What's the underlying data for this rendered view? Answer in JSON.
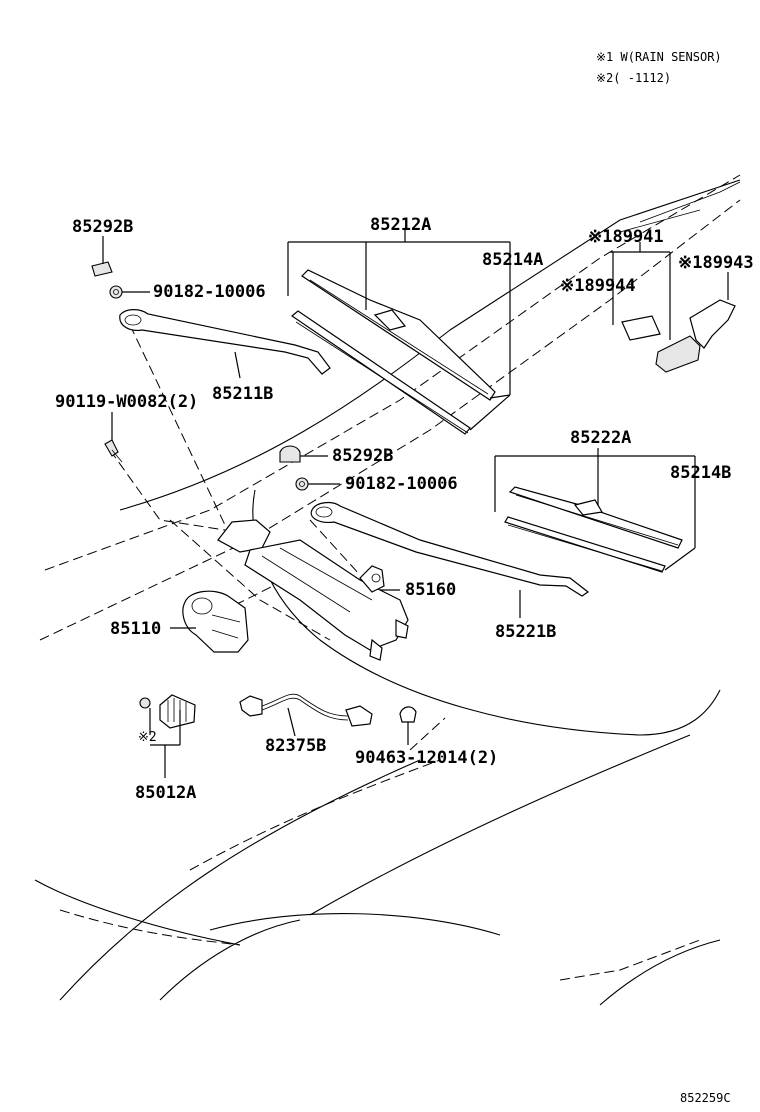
{
  "notes": {
    "line1": "※1 W(RAIN SENSOR)",
    "line2": "※2(    -1112)"
  },
  "labels": {
    "p85292B_top": "85292B",
    "p90182_top": "90182-10006",
    "p85211B": "85211B",
    "p90119": "90119-W0082(2)",
    "p85212A": "85212A",
    "p85214A": "85214A",
    "p89941": "※189941",
    "p89943": "※189943",
    "p89944": "※189944",
    "p85292B_mid": "85292B",
    "p90182_mid": "90182-10006",
    "p85222A": "85222A",
    "p85214B": "85214B",
    "p85160": "85160",
    "p85110": "85110",
    "p85221B": "85221B",
    "p82375B": "82375B",
    "p90463": "90463-12014(2)",
    "p85012A_note": "※2",
    "p85012A": "85012A"
  },
  "figure_id": "852259C"
}
